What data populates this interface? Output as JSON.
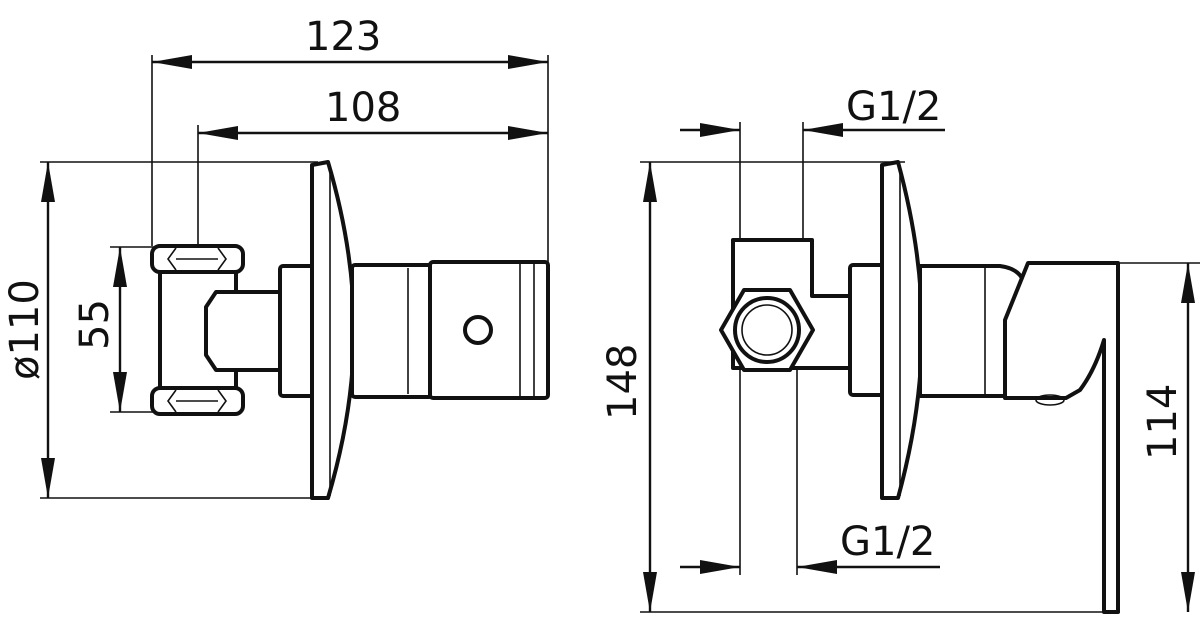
{
  "drawing": {
    "front_view": {
      "overall_length": "123",
      "body_length": "108",
      "flange_diameter": "ø110",
      "connection_spacing": "55"
    },
    "side_view": {
      "top_thread": "G1/2",
      "bottom_thread": "G1/2",
      "overall_height": "148",
      "lever_height": "114"
    }
  }
}
